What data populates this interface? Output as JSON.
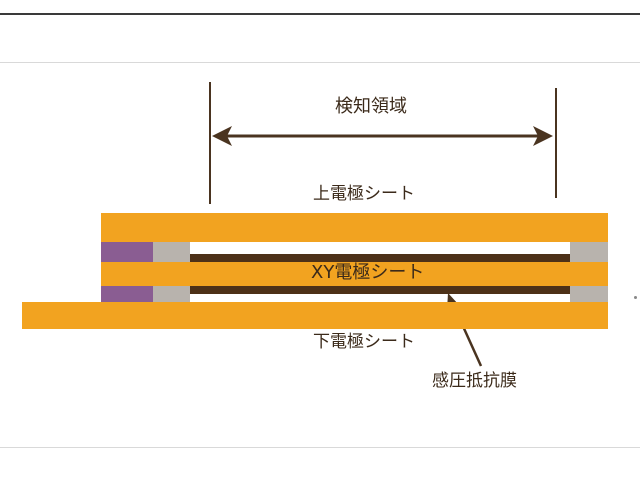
{
  "labels": {
    "detection_area": "検知領域",
    "upper_sheet": "上電極シート",
    "xy_sheet": "XY電極シート",
    "lower_sheet": "下電極シート",
    "pressure_film": "感圧抵抗膜"
  },
  "colors": {
    "sheet": "#f2a320",
    "film": "#4d3118",
    "spacer": "#b8b3ad",
    "edge_spacer": "#8a5d92",
    "text": "#3b2a1a"
  }
}
